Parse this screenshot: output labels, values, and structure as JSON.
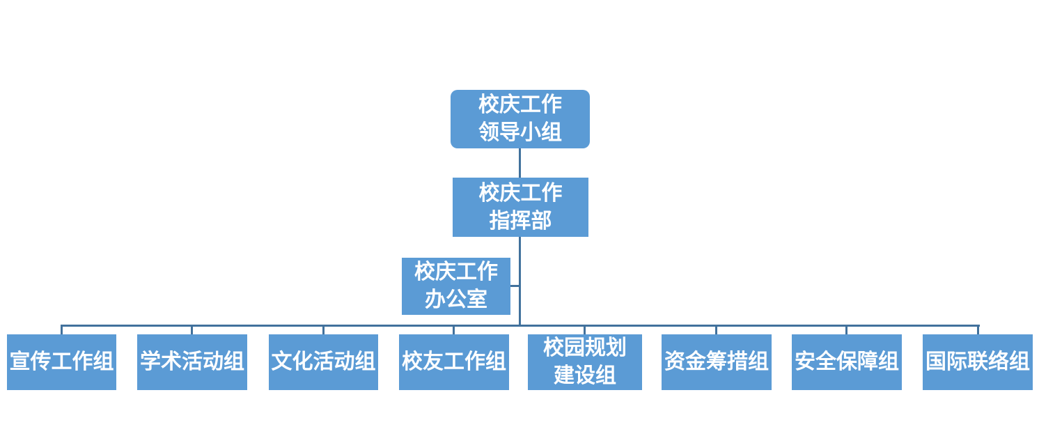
{
  "diagram": {
    "type": "org-chart",
    "colors": {
      "node_fill": "#5b9bd5",
      "node_text": "#ffffff",
      "connector": "#41719c",
      "background": "#ffffff"
    },
    "nodes": {
      "leader": {
        "lines": [
          "校庆工作",
          "领导小组"
        ]
      },
      "command": {
        "lines": [
          "校庆工作",
          "指挥部"
        ]
      },
      "office": {
        "lines": [
          "校庆工作",
          "办公室"
        ]
      },
      "groups": [
        {
          "lines": [
            "宣传工作组"
          ]
        },
        {
          "lines": [
            "学术活动组"
          ]
        },
        {
          "lines": [
            "文化活动组"
          ]
        },
        {
          "lines": [
            "校友工作组"
          ]
        },
        {
          "lines": [
            "校园规划",
            "建设组"
          ]
        },
        {
          "lines": [
            "资金筹措组"
          ]
        },
        {
          "lines": [
            "安全保障组"
          ]
        },
        {
          "lines": [
            "国际联络组"
          ]
        }
      ]
    }
  }
}
